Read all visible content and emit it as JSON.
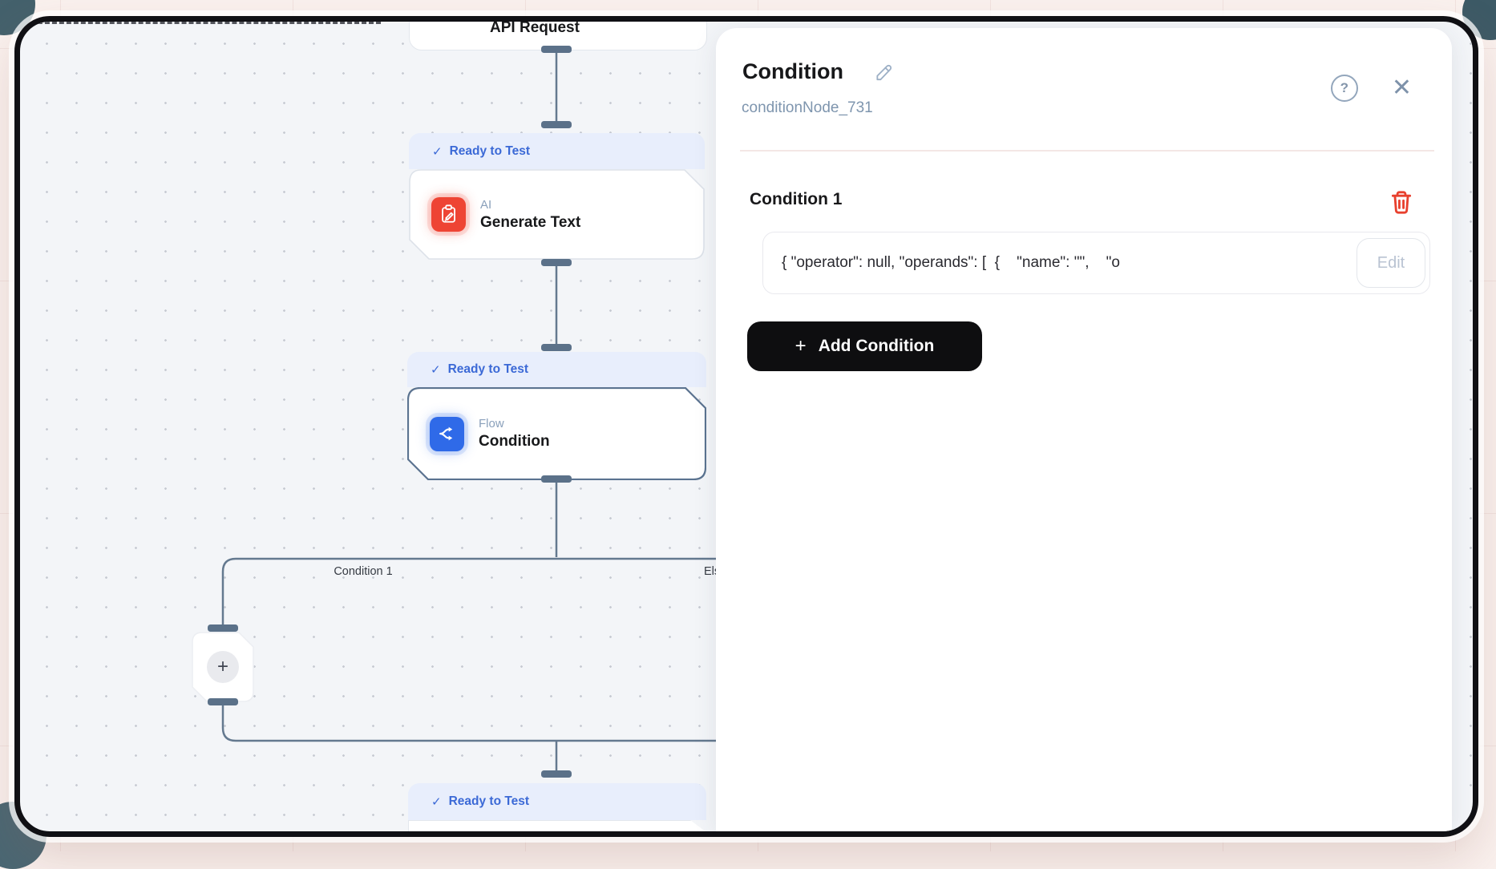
{
  "icons": {
    "check": "✓",
    "help": "?",
    "close": "✕"
  },
  "colors": {
    "window_border": "#101014",
    "canvas_bg": "#f3f5f8",
    "badge_bg": "#e8eefc",
    "badge_text": "#3b69d6",
    "ai_icon_red": "#ee4434",
    "flow_icon_blue": "#2f6ae8",
    "connector": "#64798f",
    "trash_red": "#e8402e",
    "add_button_bg": "#0e0e10",
    "page_bg": "#faf1ee"
  },
  "canvas": {
    "nodes": [
      {
        "title": "API Request"
      },
      {
        "badge": "Ready to Test",
        "category": "AI",
        "title": "Generate Text",
        "icon": "clipboard-edit-icon"
      },
      {
        "badge": "Ready to Test",
        "category": "Flow",
        "title": "Condition",
        "icon": "split-arrows-icon"
      },
      {
        "badge": "Ready to Test"
      }
    ],
    "branch_labels": {
      "left": "Condition 1",
      "right": "Else"
    },
    "plus_label": "+"
  },
  "panel": {
    "title": "Condition",
    "node_id": "conditionNode_731",
    "condition": {
      "heading": "Condition 1",
      "expression": "{ \"operator\": null, \"operands\": [  {    \"name\": \"\",    \"o",
      "edit_label": "Edit"
    },
    "add_label": "Add Condition",
    "add_plus": "+"
  }
}
